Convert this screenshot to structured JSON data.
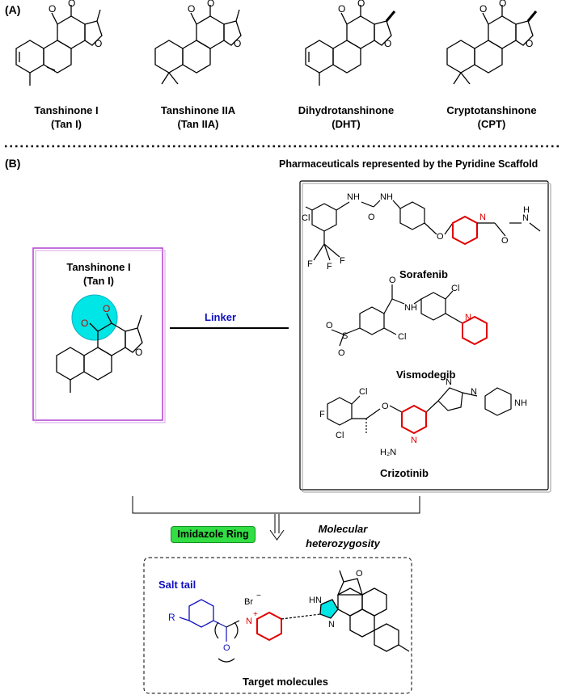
{
  "panel_a": {
    "tag": "(A)",
    "compounds": [
      {
        "name": "Tanshinone I",
        "abbr": "(Tan I)"
      },
      {
        "name": "Tanshinone IIA",
        "abbr": "(Tan IIA)"
      },
      {
        "name": "Dihydrotanshinone",
        "abbr": "(DHT)"
      },
      {
        "name": "Cryptotanshinone",
        "abbr": "(CPT)"
      }
    ]
  },
  "panel_b": {
    "tag": "(B)",
    "pyridine_header": "Pharmaceuticals represented by the Pyridine Scaffold",
    "tan_box": {
      "name": "Tanshinone I",
      "abbr": "(Tan I)"
    },
    "linker": "Linker",
    "drugs": [
      "Sorafenib",
      "Vismodegib",
      "Crizotinib"
    ],
    "imidazole": "Imidazole Ring",
    "strategy": [
      "Molecular",
      "heterozygosity"
    ],
    "salt_tail": "Salt tail",
    "target": "Target molecules",
    "atoms": {
      "O": "O",
      "NH": "NH",
      "N": "N",
      "H": "H",
      "N_plus": "N",
      "plus": "+",
      "Br": "Br",
      "minus": "−",
      "R": "R",
      "Cl": "Cl",
      "F": "F",
      "S": "S",
      "HN": "HN",
      "H2N": "H₂N",
      "N_methyl": "N",
      "CF3_F": "F"
    }
  },
  "colors": {
    "red": "#e00000",
    "blue": "#1010c0",
    "purple": "#b040d0",
    "cyan": "#00e5e5",
    "green": "#33dd44",
    "black": "#000000"
  }
}
